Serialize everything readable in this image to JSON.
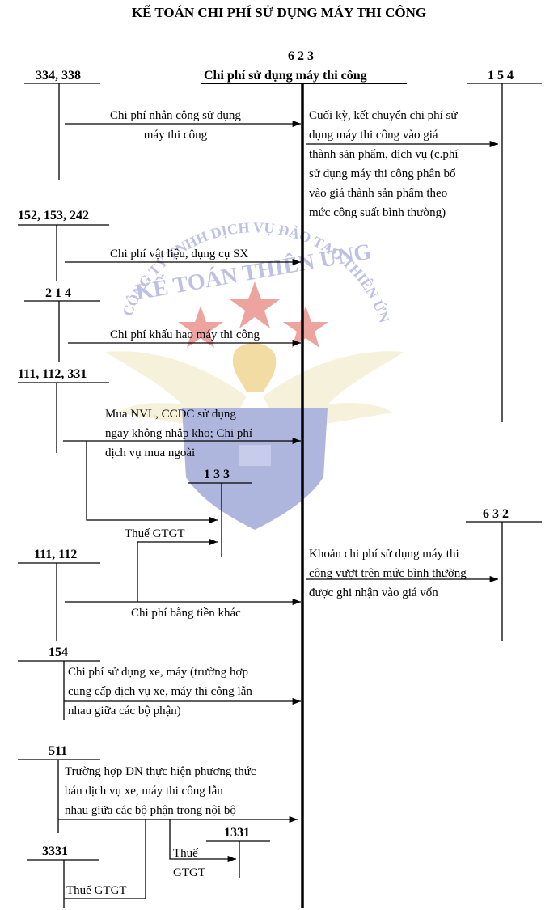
{
  "title": "KẾ TOÁN CHI PHÍ SỬ DỤNG MÁY THI CÔNG",
  "center_account": {
    "code": "6 2 3",
    "name": "Chi phí sử dụng máy thi công"
  },
  "accounts": {
    "a334_338": "334, 338",
    "a154_right": "1 5 4",
    "a152_153_242": "152, 153, 242",
    "a214": "2 1 4",
    "a111_112_331": "111, 112, 331",
    "a133": "1 3 3",
    "a632": "6 3 2",
    "a111_112": "111, 112",
    "a154_left": "154",
    "a511": "511",
    "a1331": "1331",
    "a3331": "3331"
  },
  "entries": {
    "labor": "Chi phí nhân công sử dụng\nmáy thi công",
    "transfer": "Cuối kỳ, kết chuyển chi phí sử\ndụng máy thi công vào giá\nthành sản phẩm, dịch vụ (c.phí\nsử dụng máy thi công phân bổ\nvào giá thành sản phẩm theo\nmức công suất bình thường)",
    "materials": "Chi phí vật liệu, dụng cụ SX",
    "depreciation": "Chi phí khấu hao máy thi công",
    "purchase": "Mua NVL, CCDC sử dụng\nngay không nhập kho; Chi phí\ndịch vụ mua ngoài",
    "vat_133": "Thuế GTGT",
    "excess": "Khoản chi phí sử dụng máy thi\ncông vượt trên mức bình thường\nđược ghi nhận vào giá vốn",
    "other_cash": "Chi phí bằng tiền khác",
    "internal_use": "Chi phí sử dụng xe, máy (trường hợp\ncung cấp dịch vụ xe, máy thi công lẫn\nnhau giữa các bộ phận)",
    "internal_sale": "Trường hợp DN thực hiện phương thức\nbán dịch vụ xe, máy thi công lẫn\nnhau giữa các bộ phận trong nội bộ",
    "vat_1331": "Thuế\nGTGT",
    "vat_3331": "Thuế GTGT"
  },
  "watermark": {
    "company": "CÔNG TY TNHH DỊCH VỤ ĐÀO TẠO THIÊN ỨNG",
    "brand": "KẾ TOÁN THIÊN ỨNG"
  },
  "colors": {
    "line": "#000000",
    "watermark_text": "#5b63b6",
    "star": "#d9322c",
    "shield": "#3f4fa3",
    "wing": "#e6ddb0"
  }
}
